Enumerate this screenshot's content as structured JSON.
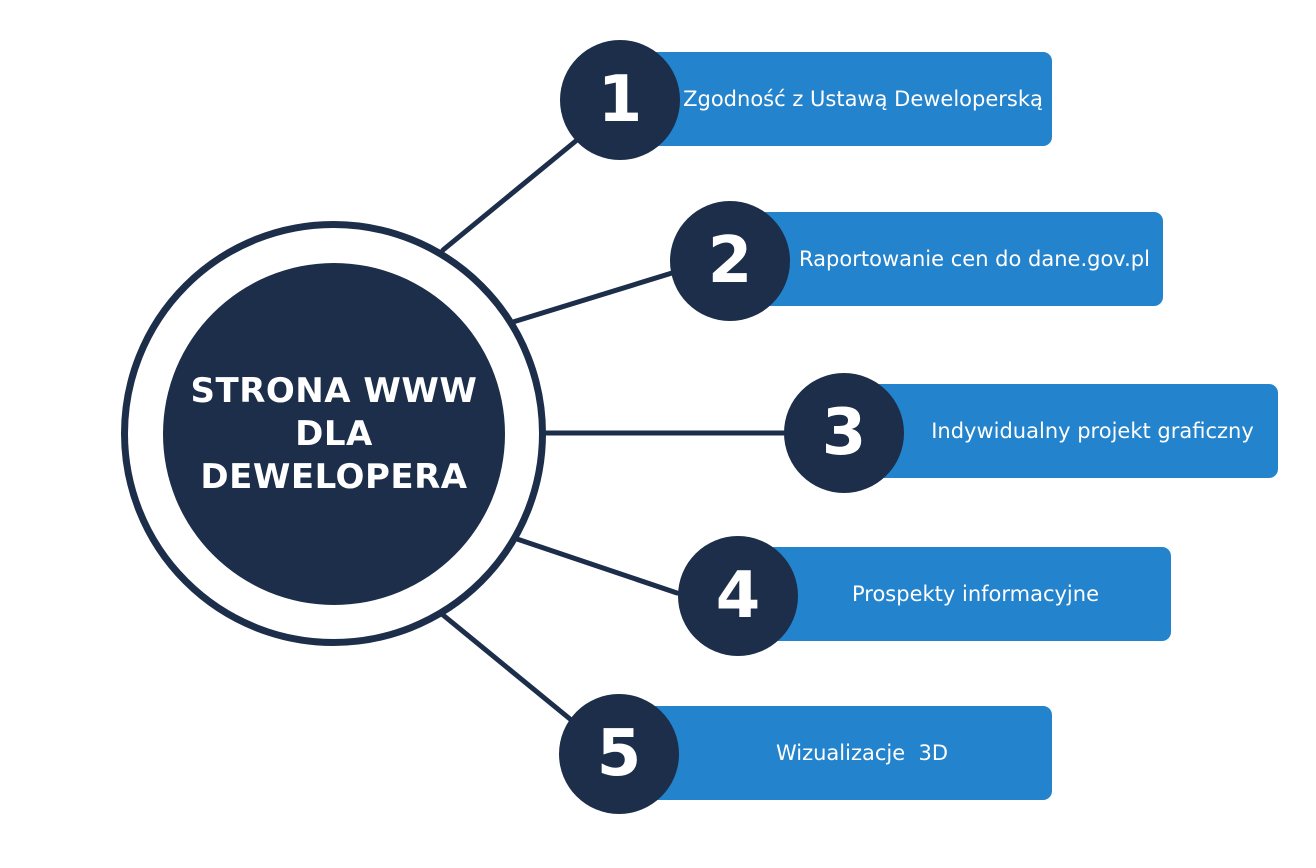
{
  "hub": {
    "lines": [
      "STRONA WWW",
      "DLA",
      "DEWELOPERA"
    ]
  },
  "items": [
    {
      "number": "1",
      "label": "Zgodność z Ustawą Deweloperską"
    },
    {
      "number": "2",
      "label": "Raportowanie cen do dane.gov.pl"
    },
    {
      "number": "3",
      "label": "Indywidualny projekt graficzny"
    },
    {
      "number": "4",
      "label": "Prospekty informacyjne"
    },
    {
      "number": "5",
      "label": "Wizualizacje  3D"
    }
  ],
  "colors": {
    "navy": "#1c2e4a",
    "blue": "#2383cc",
    "text": "#ffffff"
  }
}
